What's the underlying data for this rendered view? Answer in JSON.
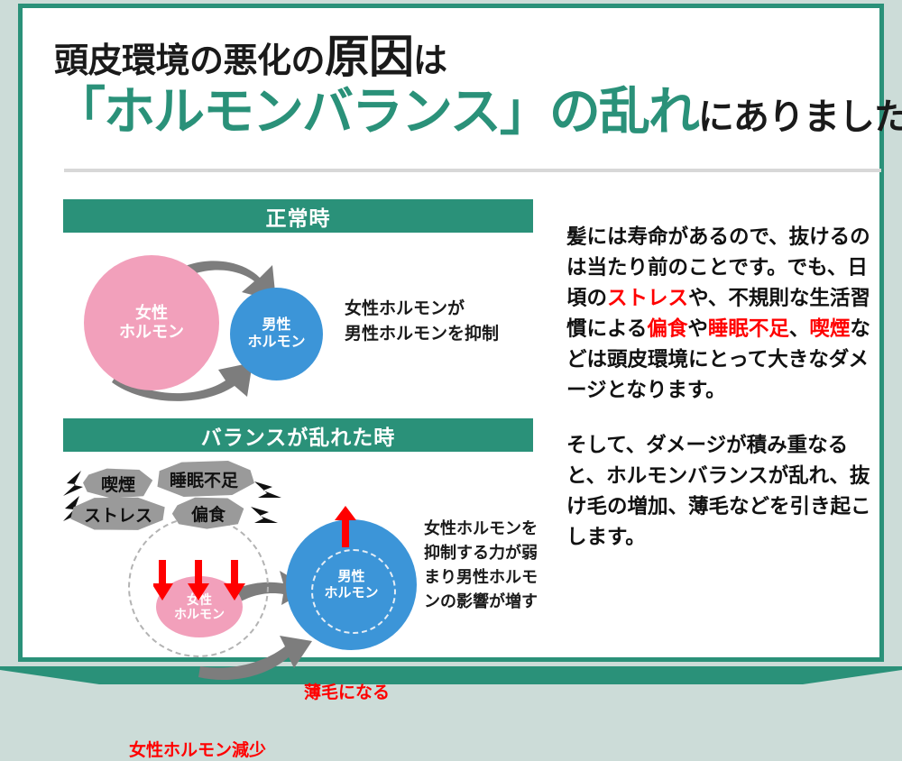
{
  "theme": {
    "teal": "#2a9179",
    "pink": "#f2a0bb",
    "blue": "#3c95d8",
    "red": "#ff0000",
    "page_bg": "#ccdcd8",
    "card_bg": "#ffffff",
    "rock_gray": "#9a9a9a"
  },
  "headline": {
    "line1_prefix": "頭皮環境の悪化の",
    "line1_emphasis": "原因",
    "line1_suffix": "は",
    "line2_teal": "「ホルモンバランス」の乱れ",
    "line2_tail": "にありました。"
  },
  "diagram": {
    "normal": {
      "header": "正常時",
      "circle_female": "女性\nホルモン",
      "circle_female_line1": "女性",
      "circle_female_line2": "ホルモン",
      "circle_male_line1": "男性",
      "circle_male_line2": "ホルモン",
      "description_line1": "女性ホルモンが",
      "description_line2": "男性ホルモンを抑制"
    },
    "disturbed": {
      "header": "バランスが乱れた時",
      "stress_factors": [
        {
          "label": "喫煙"
        },
        {
          "label": "睡眠不足"
        },
        {
          "label": "ストレス"
        },
        {
          "label": "偏食"
        }
      ],
      "decrease_label": "女性ホルモン減少",
      "thinning_label": "薄毛になる",
      "circle_female_line1": "女性",
      "circle_female_line2": "ホルモン",
      "circle_male_line1": "男性",
      "circle_male_line2": "ホルモン",
      "description_line1": "女性ホルモンを",
      "description_line2": "抑制する力が弱",
      "description_line3": "まり男性ホルモ",
      "description_line4": "ンの影響が増す"
    }
  },
  "body": {
    "paragraph1": {
      "seg1": "髪には寿命があるので、抜けるのは当たり前のことです。でも、日頃の",
      "red1": "ストレス",
      "seg2": "や、不規則な生活習慣による",
      "red2": "偏食",
      "seg3": "や",
      "red3": "睡眠不足",
      "seg4": "、",
      "red4": "喫煙",
      "seg5": "などは頭皮環境にとって大きなダメージとなります。"
    },
    "paragraph2": {
      "text": "そして、ダメージが積み重なると、ホルモンバランスが乱れ、抜け毛の増加、薄毛などを引き起こします。"
    }
  }
}
